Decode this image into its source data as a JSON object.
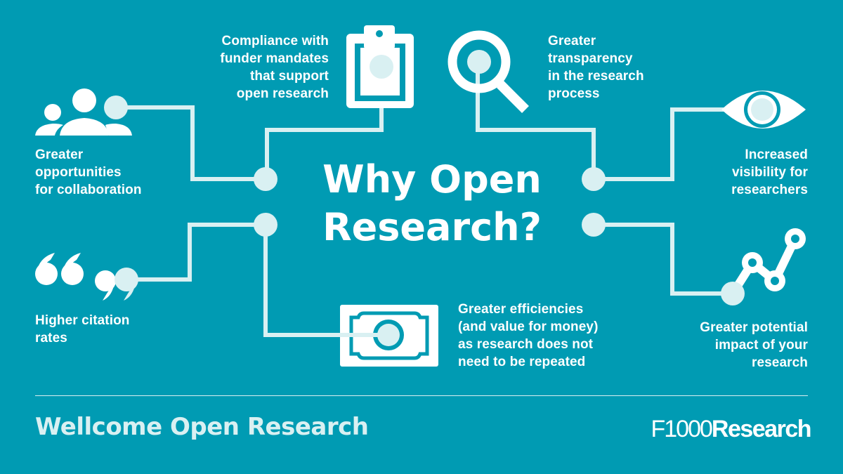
{
  "title": "Why Open\nResearch?",
  "colors": {
    "background": "#009bb3",
    "icon_white": "#ffffff",
    "connector": "#d9f0f2"
  },
  "benefits": [
    {
      "id": "collaboration",
      "icon": "people-group-icon",
      "label": "Greater\nopportunities\nfor collaboration"
    },
    {
      "id": "compliance",
      "icon": "clipboard-icon",
      "label": "Compliance with\nfunder mandates\nthat support\nopen research"
    },
    {
      "id": "transparency",
      "icon": "magnifying-glass-icon",
      "label": "Greater\ntransparency\nin the research\nprocess"
    },
    {
      "id": "visibility",
      "icon": "eye-icon",
      "label": "Increased\nvisibility for\nresearchers"
    },
    {
      "id": "citation",
      "icon": "quotation-marks-icon",
      "label": "Higher citation\nrates"
    },
    {
      "id": "efficiency",
      "icon": "banknote-icon",
      "label": "Greater efficiencies\n(and value for money)\nas research does not\nneed to be repeated"
    },
    {
      "id": "impact",
      "icon": "line-graph-icon",
      "label": "Greater potential\nimpact of your\nresearch"
    }
  ],
  "footer": {
    "left_brand": "Wellcome Open Research",
    "right_brand_prefix": "F1000",
    "right_brand_suffix": "Research"
  }
}
